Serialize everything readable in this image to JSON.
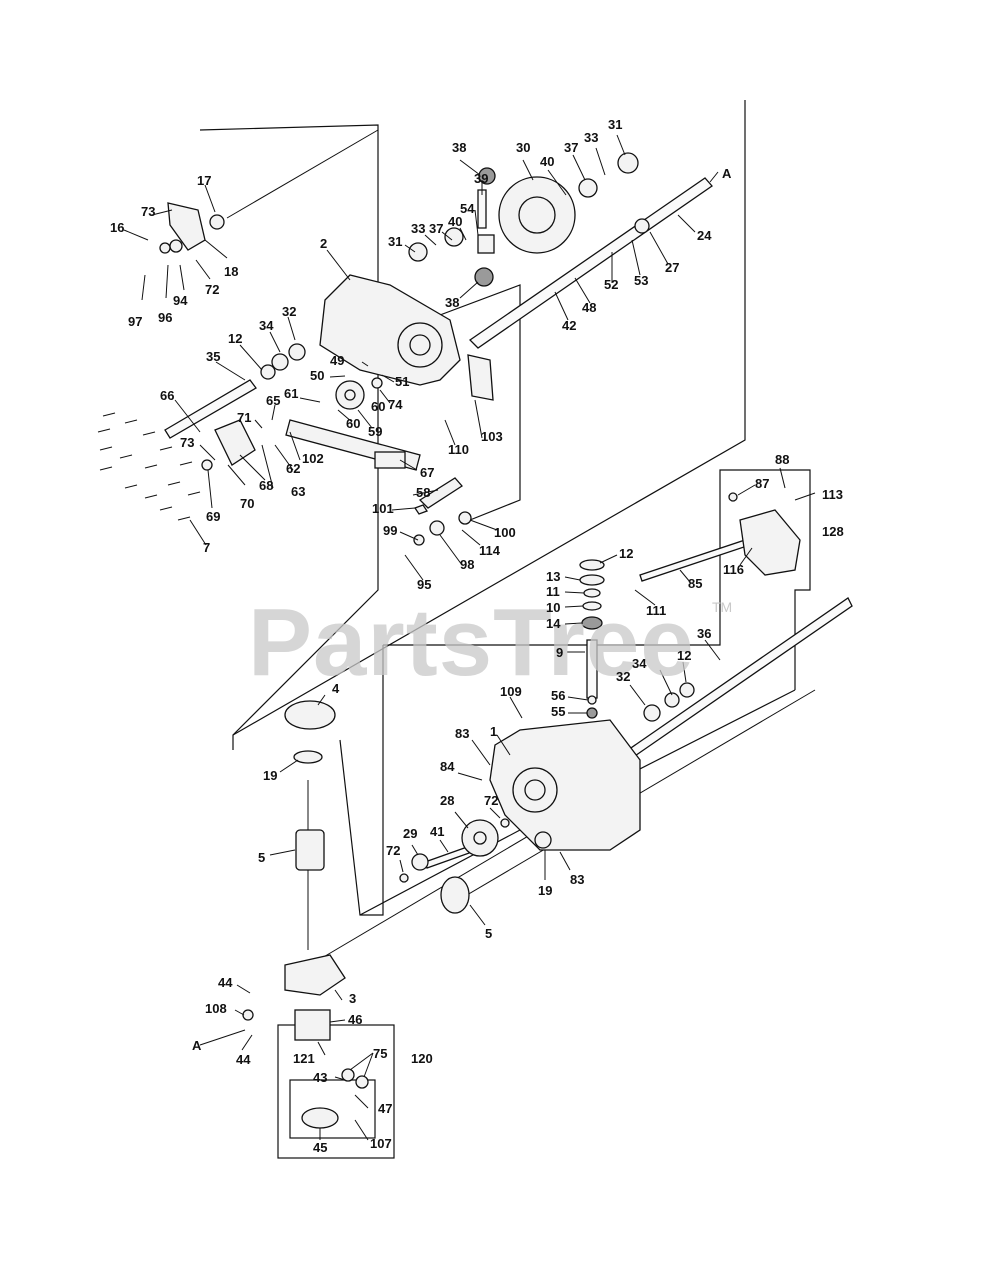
{
  "watermark": {
    "text": "PartsTree",
    "tm": "TM"
  },
  "ref_letters": [
    "A",
    "A"
  ],
  "callouts": [
    "1",
    "2",
    "3",
    "4",
    "5",
    "5",
    "7",
    "9",
    "10",
    "11",
    "12",
    "12",
    "12",
    "13",
    "14",
    "16",
    "17",
    "18",
    "19",
    "19",
    "24",
    "27",
    "28",
    "29",
    "30",
    "31",
    "31",
    "32",
    "32",
    "33",
    "33",
    "34",
    "34",
    "35",
    "36",
    "37",
    "37",
    "38",
    "38",
    "39",
    "40",
    "40",
    "41",
    "42",
    "43",
    "44",
    "44",
    "45",
    "46",
    "47",
    "48",
    "49",
    "50",
    "51",
    "52",
    "53",
    "54",
    "55",
    "56",
    "58",
    "59",
    "60",
    "60",
    "61",
    "62",
    "63",
    "65",
    "66",
    "67",
    "68",
    "69",
    "70",
    "71",
    "72",
    "72",
    "72",
    "73",
    "73",
    "74",
    "75",
    "83",
    "83",
    "84",
    "85",
    "87",
    "88",
    "94",
    "95",
    "96",
    "97",
    "98",
    "99",
    "100",
    "101",
    "102",
    "103",
    "107",
    "108",
    "109",
    "110",
    "111",
    "113",
    "114",
    "116",
    "120",
    "121",
    "128"
  ]
}
